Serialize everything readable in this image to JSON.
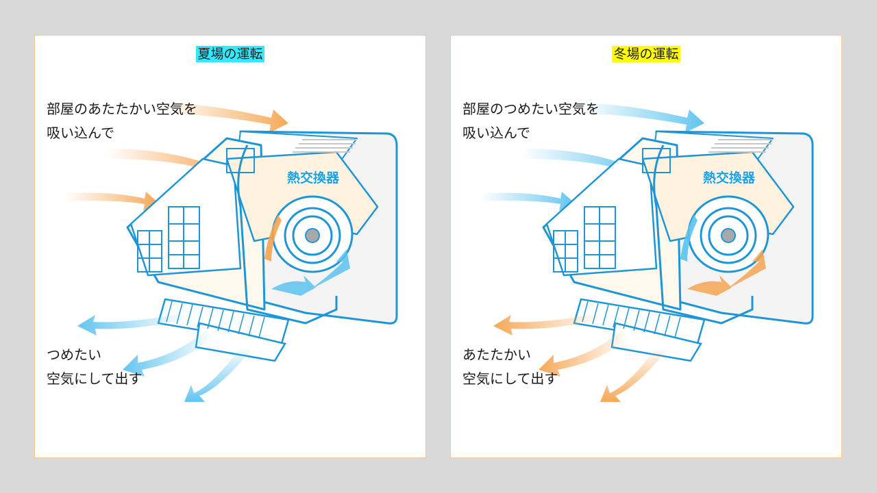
{
  "summer": {
    "title": "夏場の運転",
    "title_bg": "#33e8ff",
    "intake_line1": "部屋のあたたかい空気を",
    "intake_line2": "吸い込んで",
    "heat_exchanger": "熱交換器",
    "output_line1": "つめたい",
    "output_line2": "空気にして出す",
    "intake_arrow_color": "#f5a450",
    "output_arrow_color": "#5bc2ef"
  },
  "winter": {
    "title": "冬場の運転",
    "title_bg": "#ffff00",
    "intake_line1": "部屋のつめたい空気を",
    "intake_line2": "吸い込んで",
    "heat_exchanger": "熱交換器",
    "output_line1": "あたたかい",
    "output_line2": "空気にして出す",
    "intake_arrow_color": "#5bc2ef",
    "output_arrow_color": "#f5a450"
  },
  "colors": {
    "outline": "#1e96d6",
    "warm": "#f5a450",
    "cool": "#5bc2ef"
  }
}
